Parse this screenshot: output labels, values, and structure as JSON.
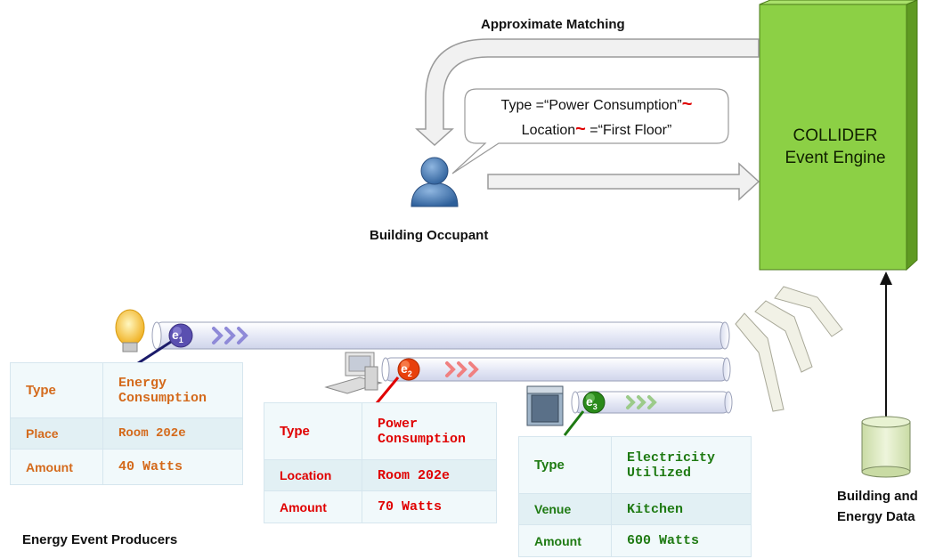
{
  "labels": {
    "approx_matching": "Approximate Matching",
    "building_occupant": "Building Occupant",
    "energy_producers": "Energy Event Producers",
    "building_data_line1": "Building and",
    "building_data_line2": "Energy Data"
  },
  "engine": {
    "line1": "COLLIDER",
    "line2": "Event Engine"
  },
  "query": {
    "line1": "Type =“Power Consumption”",
    "line2_pre": "Location",
    "line2_post": " =“First Floor”",
    "tilde": "~"
  },
  "events": [
    {
      "id": "e",
      "sub": "1",
      "color": "#d46a1c",
      "rows": [
        {
          "key": "Type",
          "value": "Energy Consumption"
        },
        {
          "key": "Place",
          "value": "Room 202e"
        },
        {
          "key": "Amount",
          "value": "40 Watts"
        }
      ]
    },
    {
      "id": "e",
      "sub": "2",
      "color": "#e00000",
      "rows": [
        {
          "key": "Type",
          "value": "Power Consumption"
        },
        {
          "key": "Location",
          "value": "Room 202e"
        },
        {
          "key": "Amount",
          "value": "70 Watts"
        }
      ]
    },
    {
      "id": "e",
      "sub": "3",
      "color": "#1e7a12",
      "rows": [
        {
          "key": "Type",
          "value": "Electricity Utilized"
        },
        {
          "key": "Venue",
          "value": "Kitchen"
        },
        {
          "key": "Amount",
          "value": "600 Watts"
        }
      ]
    }
  ],
  "colors": {
    "engine_fill": "#8cd045",
    "pipe_fill": "#eef0fa",
    "e1_badge": "#5a4fb0",
    "e2_badge": "#e8400c",
    "e3_badge": "#2a8a1a"
  }
}
